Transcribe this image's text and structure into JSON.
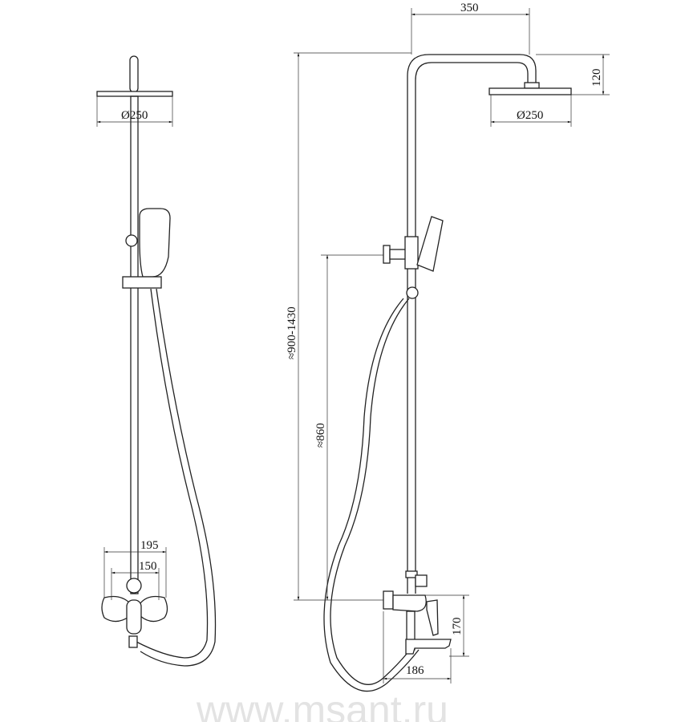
{
  "drawing": {
    "front_view": {
      "head_diameter": "Ø250",
      "mixer_width_outer": "195",
      "mixer_width_inner": "150"
    },
    "side_view": {
      "arm_reach": "350",
      "head_drop": "120",
      "head_diameter": "Ø250",
      "overall_height": "≈900-1430",
      "bracket_height": "≈860",
      "mixer_height": "170",
      "spout_length": "186"
    },
    "watermark": "www.msant.ru"
  }
}
